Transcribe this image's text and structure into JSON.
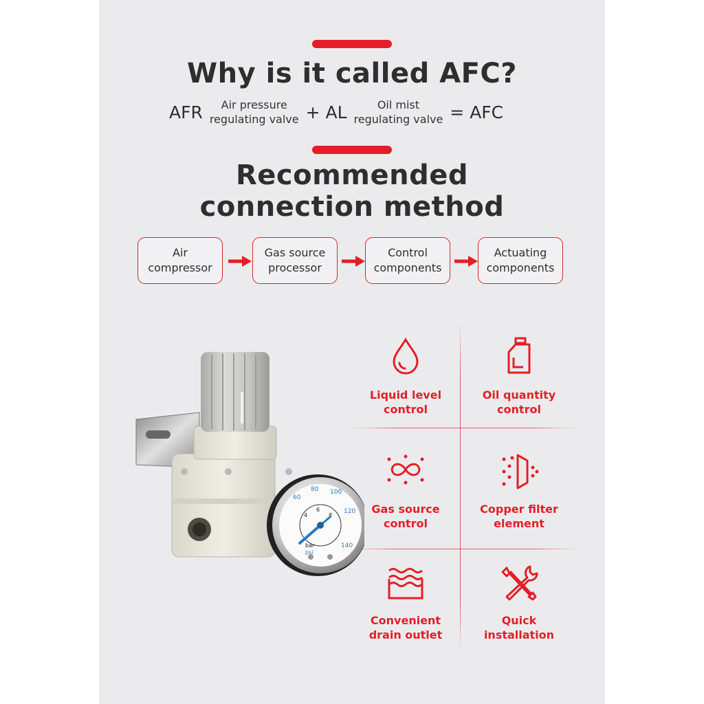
{
  "header": {
    "title": "Why is it called AFC?",
    "formula": {
      "term1": "AFR",
      "term1_desc_line1": "Air pressure",
      "term1_desc_line2": "regulating valve",
      "plus": "+ AL",
      "term2_desc_line1": "Oil mist",
      "term2_desc_line2": "regulating valve",
      "result": "= AFC"
    }
  },
  "connection": {
    "title_line1": "Recommended",
    "title_line2": "connection method",
    "steps": [
      {
        "line1": "Air",
        "line2": "compressor"
      },
      {
        "line1": "Gas source",
        "line2": "processor"
      },
      {
        "line1": "Control",
        "line2": "components"
      },
      {
        "line1": "Actuating",
        "line2": "components"
      }
    ]
  },
  "features": [
    {
      "line1": "Liquid level",
      "line2": "control",
      "icon": "droplet-icon"
    },
    {
      "line1": "Oil quantity",
      "line2": "control",
      "icon": "oil-can-icon"
    },
    {
      "line1": "Gas source",
      "line2": "control",
      "icon": "infinity-icon"
    },
    {
      "line1": "Copper filter",
      "line2": "element",
      "icon": "filter-icon"
    },
    {
      "line1": "Convenient",
      "line2": "drain outlet",
      "icon": "water-waves-icon"
    },
    {
      "line1": "Quick",
      "line2": "installation",
      "icon": "tools-icon"
    }
  ],
  "gauge": {
    "outer_ticks": [
      "60",
      "80",
      "100",
      "120",
      "140"
    ],
    "inner_ticks": [
      "4",
      "6",
      "8"
    ],
    "unit1": "bar",
    "unit2": "psi"
  },
  "colors": {
    "accent": "#e41e26",
    "panel": "#ebebed",
    "text": "#2e2e2e"
  }
}
